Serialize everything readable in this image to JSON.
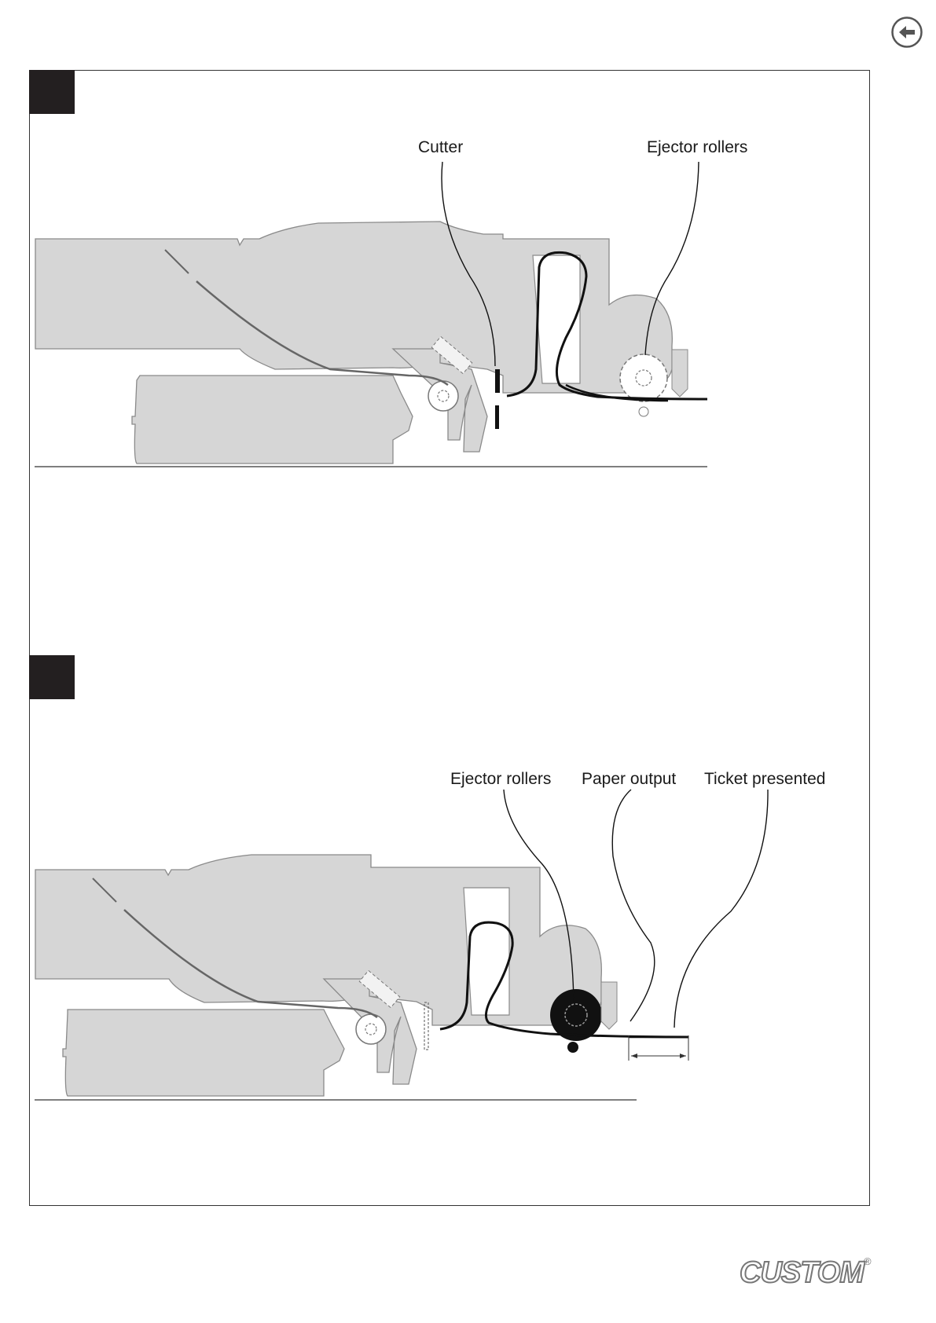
{
  "navigation": {
    "back_icon": "arrow-left-circle-icon"
  },
  "diagram_top": {
    "labels": {
      "cutter": "Cutter",
      "ejector_rollers": "Ejector rollers"
    }
  },
  "diagram_bottom": {
    "labels": {
      "ejector_rollers": "Ejector rollers",
      "paper_output": "Paper output",
      "ticket_presented": "Ticket presented"
    }
  },
  "footer": {
    "brand": "CUSTOM",
    "registered": "®"
  },
  "colors": {
    "body_fill": "#d6d6d6",
    "outline": "#6b6b6b",
    "paper": "#111111",
    "marker": "#231f20"
  }
}
